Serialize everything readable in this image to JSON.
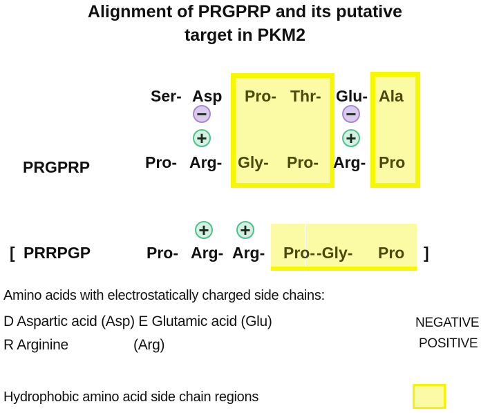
{
  "title": {
    "line1": "Alignment of PRGPRP and its putative",
    "line2": "target in PKM2"
  },
  "alignment1": {
    "label": "PRGPRP",
    "top_row": [
      "Ser-",
      "Asp",
      "Pro-",
      "Thr-",
      "Glu-",
      "Ala"
    ],
    "bottom_row": [
      "Pro-",
      "Arg-",
      "Gly-",
      "Pro-",
      "Arg-",
      "Pro"
    ],
    "charges_top": [
      "−",
      "−"
    ],
    "charges_bottom": [
      "+",
      "+"
    ]
  },
  "alignment2": {
    "open_bracket": "[",
    "label": "PRRPGP",
    "row": [
      "Pro-",
      "Arg-",
      "Arg-",
      "Pro-",
      "-Gly-",
      "Pro"
    ],
    "close_bracket": "]",
    "charges": [
      "+",
      "+"
    ]
  },
  "legend": {
    "heading": "Amino acids with electrostatically charged side chains:",
    "negative_line": "D Aspartic acid (Asp)  E Glutamic acid (Glu)",
    "negative_label": "NEGATIVE",
    "positive_name": "R  Arginine",
    "positive_abbr": "(Arg)",
    "positive_label": "POSITIVE",
    "hydrophobic_label": "Hydrophobic amino acid side chain regions"
  },
  "colors": {
    "hydrophobic_fill": "#fbfba6",
    "hydrophobic_border": "#f7f700",
    "negative_fill": "#dcc9ef",
    "positive_fill": "#d3f1e3"
  }
}
